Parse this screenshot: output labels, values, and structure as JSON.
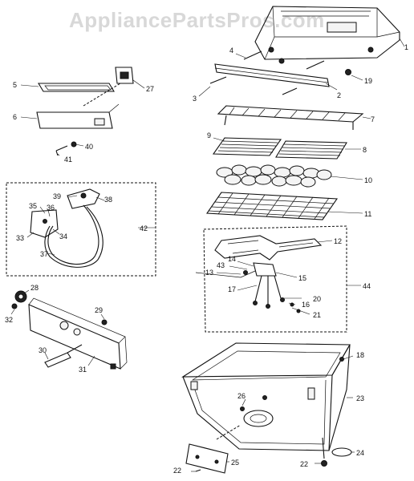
{
  "watermark": "AppliancePartsPros.com",
  "callouts": [
    {
      "id": "c1",
      "label": "1"
    },
    {
      "id": "c2",
      "label": "2"
    },
    {
      "id": "c3",
      "label": "3"
    },
    {
      "id": "c4",
      "label": "4"
    },
    {
      "id": "c5",
      "label": "5"
    },
    {
      "id": "c6",
      "label": "6"
    },
    {
      "id": "c7",
      "label": "7"
    },
    {
      "id": "c8",
      "label": "8"
    },
    {
      "id": "c9",
      "label": "9"
    },
    {
      "id": "c10",
      "label": "10"
    },
    {
      "id": "c11",
      "label": "11"
    },
    {
      "id": "c12",
      "label": "12"
    },
    {
      "id": "c13",
      "label": "13"
    },
    {
      "id": "c14",
      "label": "14"
    },
    {
      "id": "c15",
      "label": "15"
    },
    {
      "id": "c16",
      "label": "16"
    },
    {
      "id": "c17",
      "label": "17"
    },
    {
      "id": "c18",
      "label": "18"
    },
    {
      "id": "c19",
      "label": "19"
    },
    {
      "id": "c20",
      "label": "20"
    },
    {
      "id": "c21",
      "label": "21"
    },
    {
      "id": "c22a",
      "label": "22"
    },
    {
      "id": "c22b",
      "label": "22"
    },
    {
      "id": "c23",
      "label": "23"
    },
    {
      "id": "c24",
      "label": "24"
    },
    {
      "id": "c25",
      "label": "25"
    },
    {
      "id": "c26",
      "label": "26"
    },
    {
      "id": "c27",
      "label": "27"
    },
    {
      "id": "c28",
      "label": "28"
    },
    {
      "id": "c29",
      "label": "29"
    },
    {
      "id": "c30",
      "label": "30"
    },
    {
      "id": "c31",
      "label": "31"
    },
    {
      "id": "c32",
      "label": "32"
    },
    {
      "id": "c33",
      "label": "33"
    },
    {
      "id": "c34",
      "label": "34"
    },
    {
      "id": "c35",
      "label": "35"
    },
    {
      "id": "c36",
      "label": "36"
    },
    {
      "id": "c37",
      "label": "37"
    },
    {
      "id": "c38",
      "label": "38"
    },
    {
      "id": "c39",
      "label": "39"
    },
    {
      "id": "c40",
      "label": "40"
    },
    {
      "id": "c41",
      "label": "41"
    },
    {
      "id": "c42",
      "label": "42"
    },
    {
      "id": "c43",
      "label": "43"
    },
    {
      "id": "c44",
      "label": "44"
    }
  ]
}
